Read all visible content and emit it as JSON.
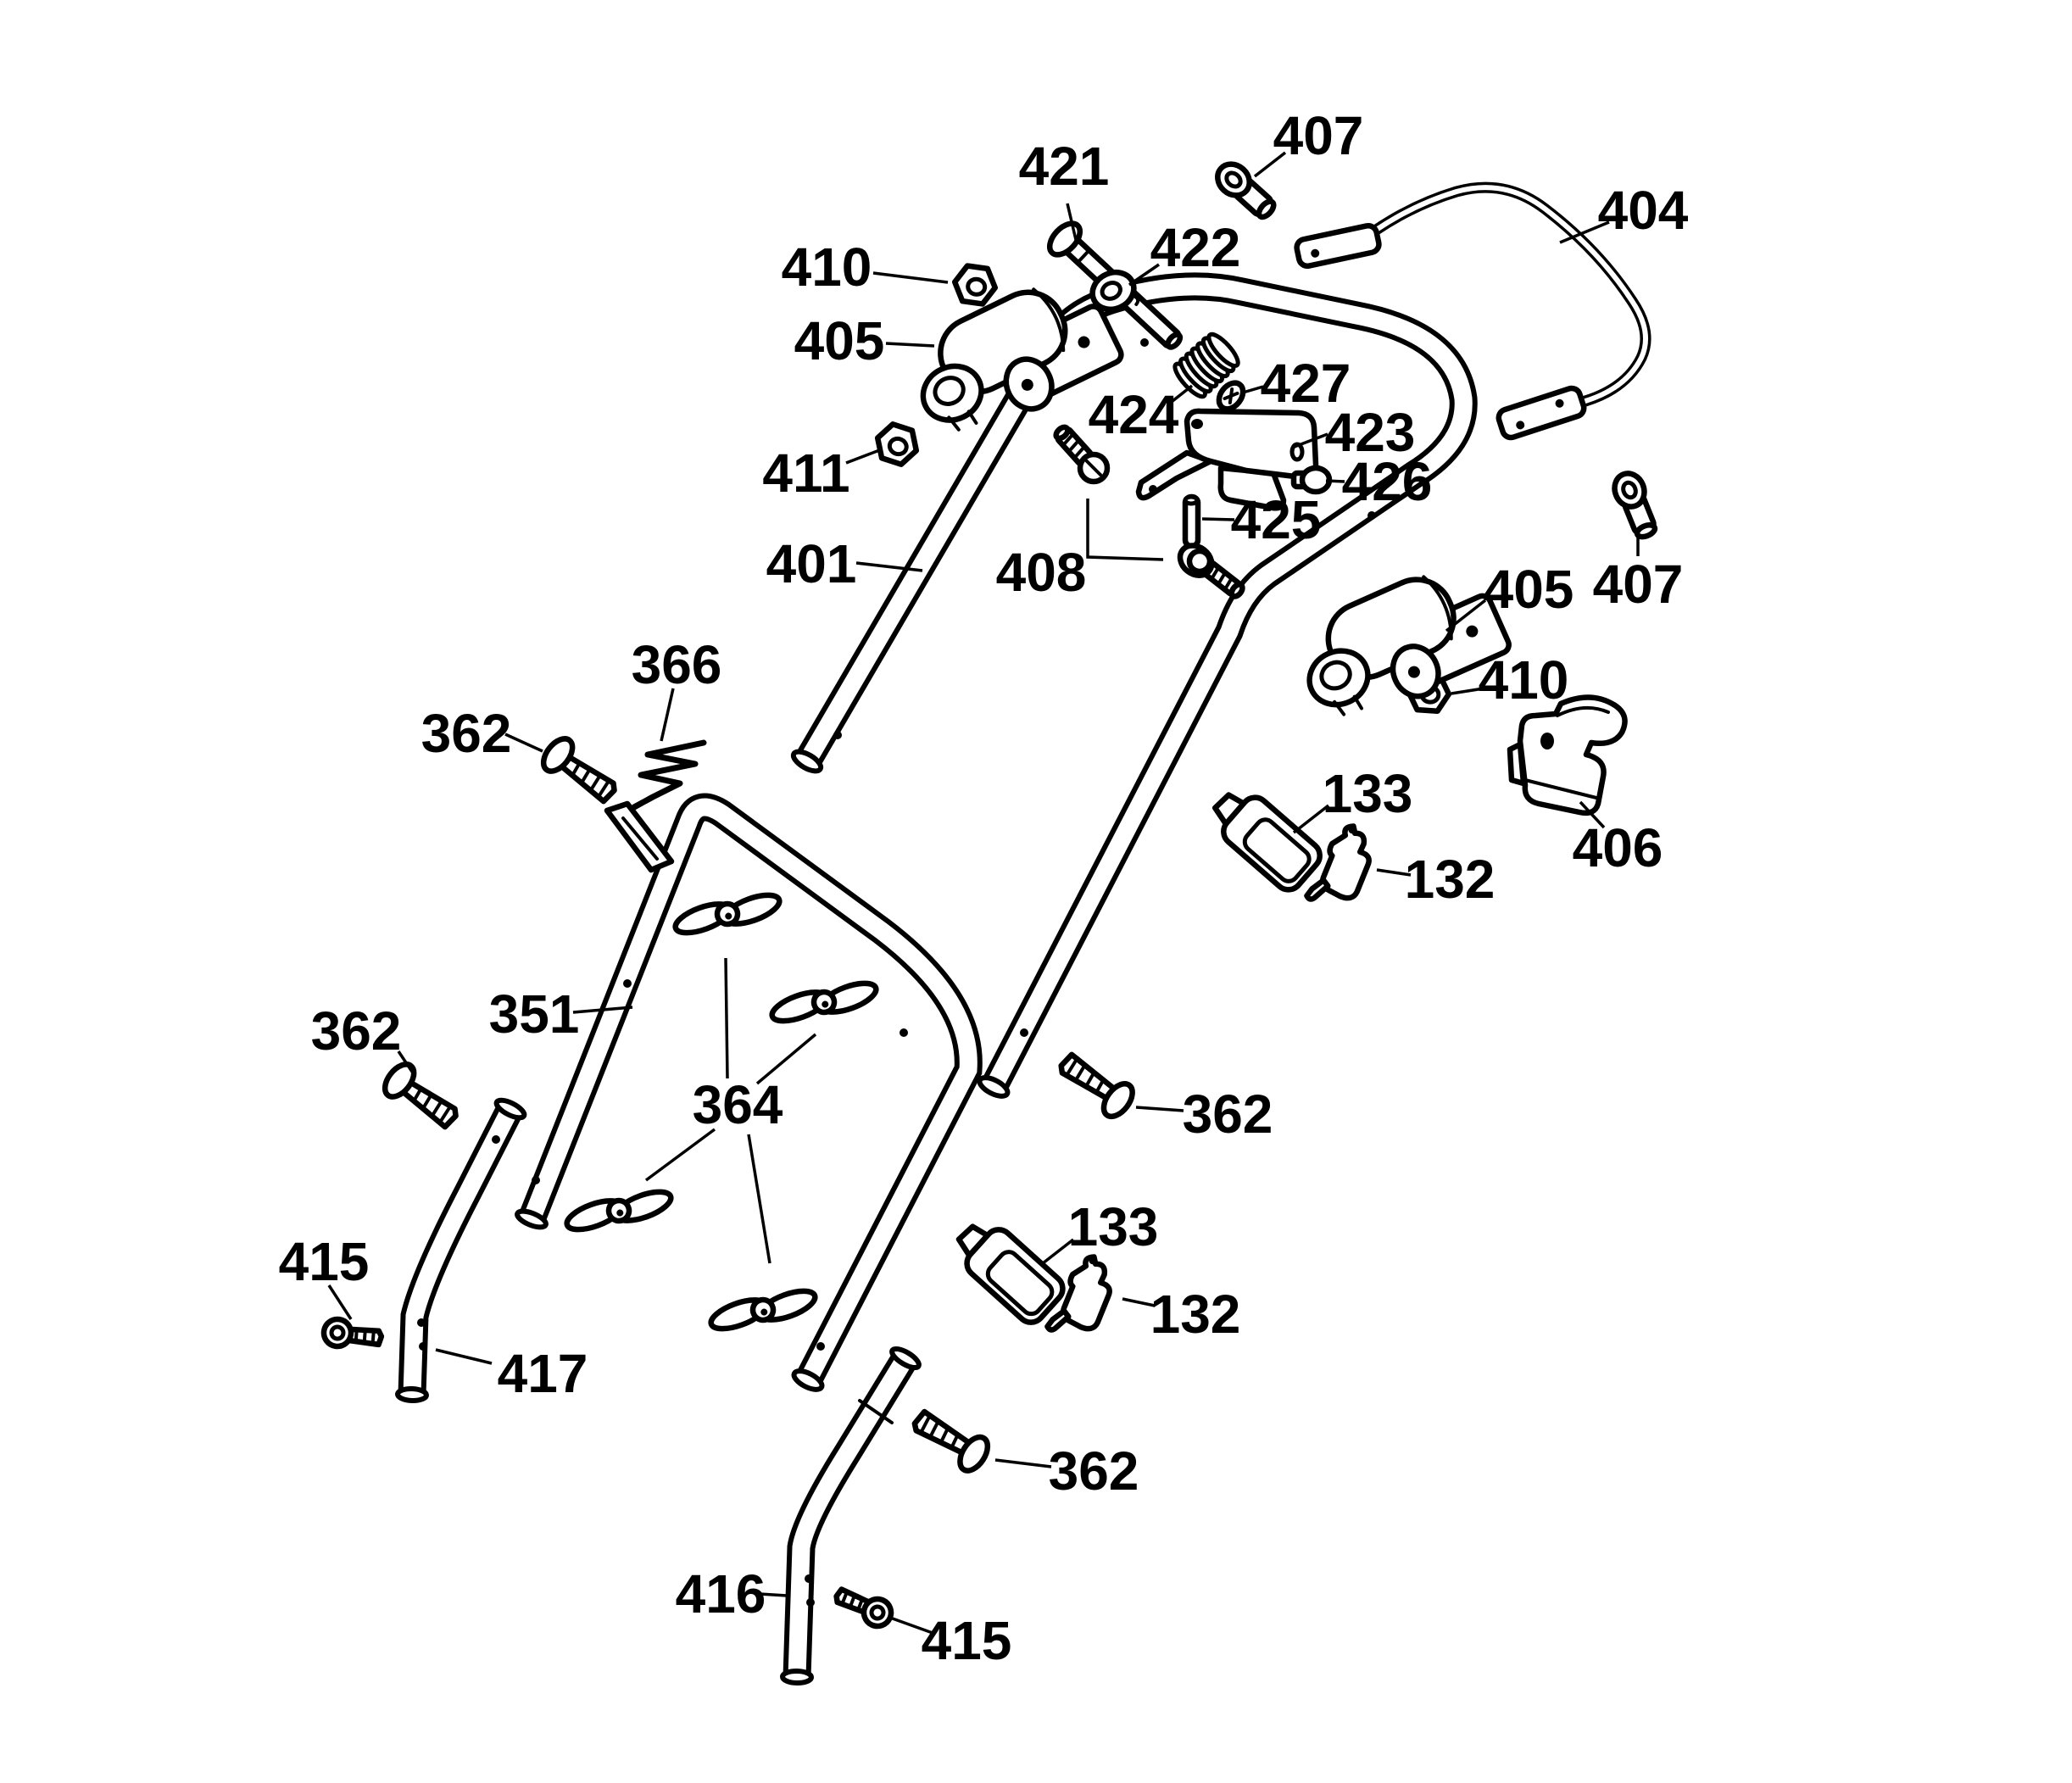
{
  "diagram": {
    "type": "exploded-parts-diagram",
    "subject": "mower handle assembly",
    "background_color": "#ffffff",
    "line_color": "#000000"
  },
  "labels": [
    {
      "part": "421",
      "text": "421"
    },
    {
      "part": "407-top",
      "text": "407"
    },
    {
      "part": "404",
      "text": "404"
    },
    {
      "part": "410-left",
      "text": "410"
    },
    {
      "part": "405-left",
      "text": "405"
    },
    {
      "part": "422",
      "text": "422"
    },
    {
      "part": "424",
      "text": "424"
    },
    {
      "part": "427",
      "text": "427"
    },
    {
      "part": "423",
      "text": "423"
    },
    {
      "part": "426",
      "text": "426"
    },
    {
      "part": "411",
      "text": "411"
    },
    {
      "part": "425",
      "text": "425"
    },
    {
      "part": "401",
      "text": "401"
    },
    {
      "part": "408",
      "text": "408"
    },
    {
      "part": "405-right",
      "text": "405"
    },
    {
      "part": "407-right",
      "text": "407"
    },
    {
      "part": "410-right",
      "text": "410"
    },
    {
      "part": "406",
      "text": "406"
    },
    {
      "part": "366",
      "text": "366"
    },
    {
      "part": "362-top-left",
      "text": "362"
    },
    {
      "part": "133-upper",
      "text": "133"
    },
    {
      "part": "132-upper",
      "text": "132"
    },
    {
      "part": "351",
      "text": "351"
    },
    {
      "part": "364",
      "text": "364"
    },
    {
      "part": "362-mid-left",
      "text": "362"
    },
    {
      "part": "362-mid-right",
      "text": "362"
    },
    {
      "part": "133-lower",
      "text": "133"
    },
    {
      "part": "132-lower",
      "text": "132"
    },
    {
      "part": "415-left",
      "text": "415"
    },
    {
      "part": "417",
      "text": "417"
    },
    {
      "part": "362-bottom",
      "text": "362"
    },
    {
      "part": "416",
      "text": "416"
    },
    {
      "part": "415-bottom",
      "text": "415"
    }
  ]
}
